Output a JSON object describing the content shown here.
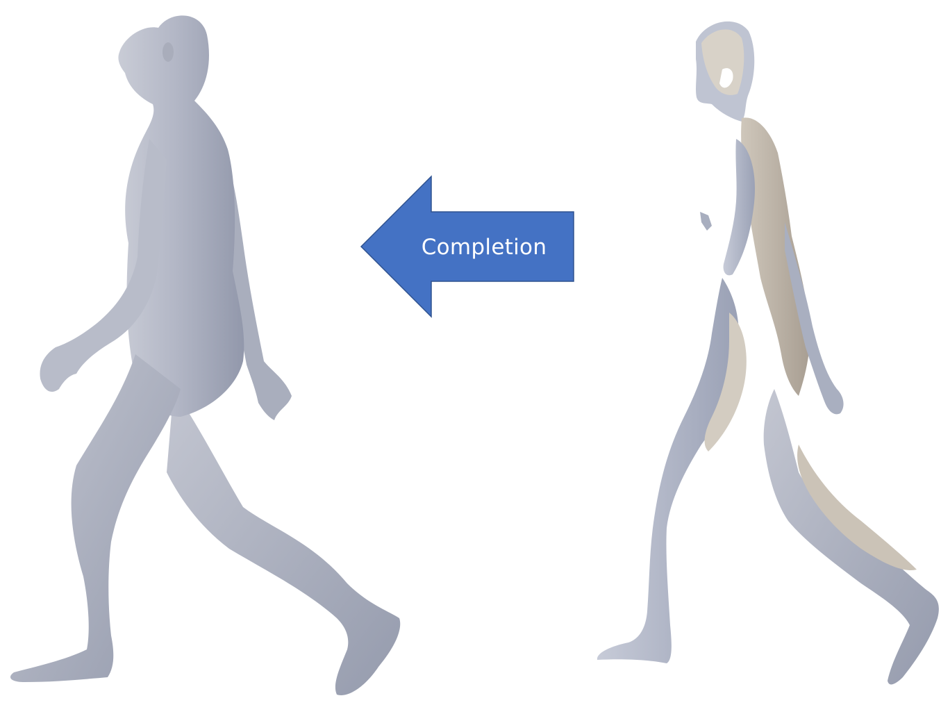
{
  "diagram": {
    "arrow_label": "Completion",
    "arrow_direction": "left",
    "colors": {
      "arrow_fill": "#4472c4",
      "arrow_stroke": "#2f528f",
      "body_light": "#d7d8de",
      "body_mid": "#aeb3c2",
      "body_dark": "#8e95a8",
      "inner_surface": "#bdb3a7"
    },
    "figures": [
      {
        "role": "completed-body-mesh",
        "side": "left"
      },
      {
        "role": "partial-scan-mesh",
        "side": "right"
      }
    ]
  }
}
